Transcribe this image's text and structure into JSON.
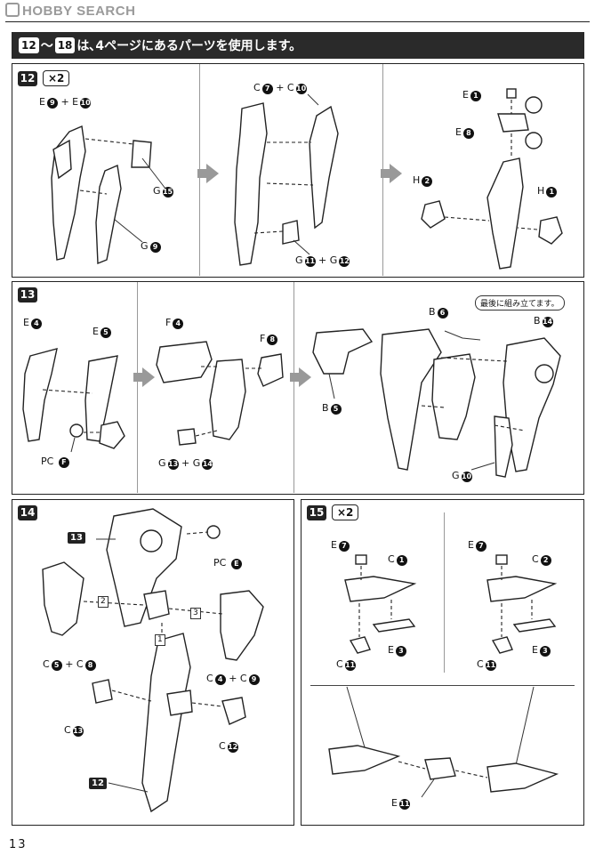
{
  "header": {
    "watermark": "HOBBY SEARCH"
  },
  "banner": {
    "range_start": "12",
    "range_sep": "～",
    "range_end": "18",
    "text": "は､4ページにあるパーツを使用します。"
  },
  "step12": {
    "number": "12",
    "multiplier": "×2",
    "labels": {
      "e9e10": [
        "E",
        "9",
        "+",
        "E",
        "10"
      ],
      "g15": [
        "G",
        "15"
      ],
      "g9": [
        "G",
        "9"
      ],
      "c7c10": [
        "C",
        "7",
        "+",
        "C",
        "10"
      ],
      "g11g12": [
        "G",
        "11",
        "+",
        "G",
        "12"
      ],
      "e1": [
        "E",
        "1"
      ],
      "e8": [
        "E",
        "8"
      ],
      "h2": [
        "H",
        "2"
      ],
      "h1": [
        "H",
        "1"
      ]
    }
  },
  "step13": {
    "number": "13",
    "callout": "最後に組み立てます。",
    "labels": {
      "e4": [
        "E",
        "4"
      ],
      "e5": [
        "E",
        "5"
      ],
      "pcf": [
        "PC",
        "F"
      ],
      "f4": [
        "F",
        "4"
      ],
      "f8": [
        "F",
        "8"
      ],
      "g13g14": [
        "G",
        "13",
        "+",
        "G",
        "14"
      ],
      "b5": [
        "B",
        "5"
      ],
      "b6": [
        "B",
        "6"
      ],
      "b14": [
        "B",
        "14"
      ],
      "g10": [
        "G",
        "10"
      ]
    }
  },
  "step14": {
    "number": "14",
    "ref_top": "13",
    "ref_bottom": "12",
    "order": [
      "1",
      "2",
      "3"
    ],
    "labels": {
      "pce": [
        "PC",
        "E"
      ],
      "c5c8": [
        "C",
        "5",
        "+",
        "C",
        "8"
      ],
      "c4c9": [
        "C",
        "4",
        "+",
        "C",
        "9"
      ],
      "c13": [
        "C",
        "13"
      ],
      "c12": [
        "C",
        "12"
      ]
    }
  },
  "step15": {
    "number": "15",
    "multiplier": "×2",
    "labels": {
      "e7a": [
        "E",
        "7"
      ],
      "c1": [
        "C",
        "1"
      ],
      "e3a": [
        "E",
        "3"
      ],
      "c11a": [
        "C",
        "11"
      ],
      "e7b": [
        "E",
        "7"
      ],
      "c2": [
        "C",
        "2"
      ],
      "e3b": [
        "E",
        "3"
      ],
      "c11b": [
        "C",
        "11"
      ],
      "e11": [
        "E",
        "11"
      ]
    }
  },
  "footer": {
    "page_number": "13"
  }
}
